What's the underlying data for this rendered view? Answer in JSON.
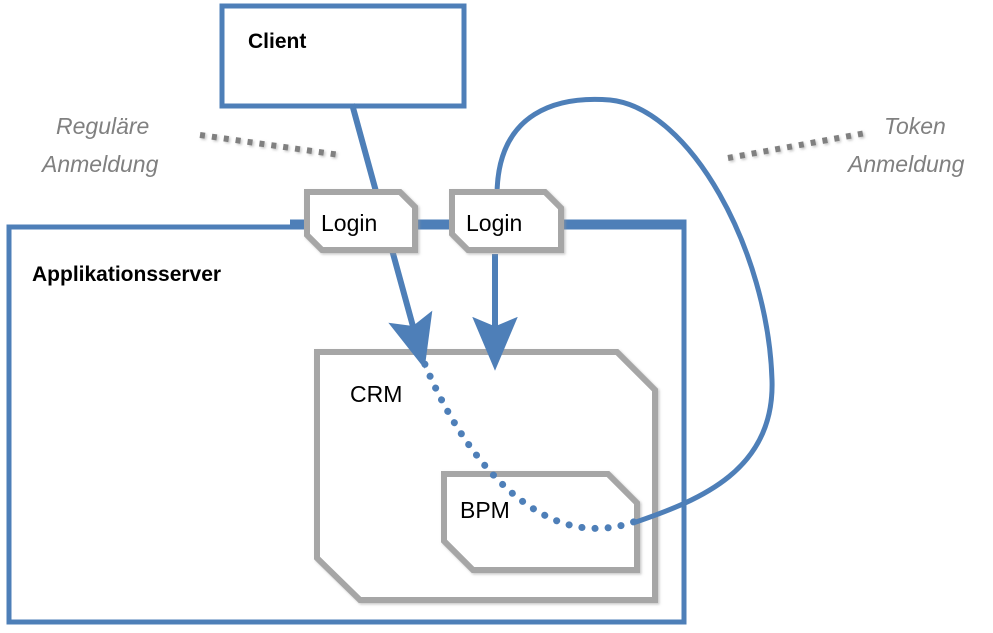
{
  "diagram": {
    "title_nodes": {
      "client": "Client",
      "app_server": "Applikationsserver",
      "login_left": "Login",
      "login_right": "Login",
      "crm": "CRM",
      "bpm": "BPM"
    },
    "annotations": {
      "left_line1": "Reguläre",
      "left_line2": "Anmeldung",
      "right_line1": "Token",
      "right_line2": "Anmeldung"
    },
    "colors": {
      "accent_blue": "#4E7FB8",
      "node_gray": "#A6A6A6",
      "annotation_gray": "#808080",
      "text_black": "#000000",
      "background": "#FFFFFF"
    }
  }
}
